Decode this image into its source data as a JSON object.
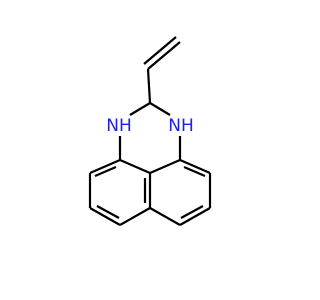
{
  "atoms": {
    "nh_left": {
      "element": "N",
      "hydrogen": "H",
      "text": "NH",
      "color": "#2222dd"
    },
    "nh_right": {
      "element": "N",
      "hydrogen": "H",
      "text": "NH",
      "color": "#2222dd"
    }
  },
  "colors": {
    "bond": "#000000",
    "nitrogen": "#2222dd",
    "background": "#ffffff"
  }
}
